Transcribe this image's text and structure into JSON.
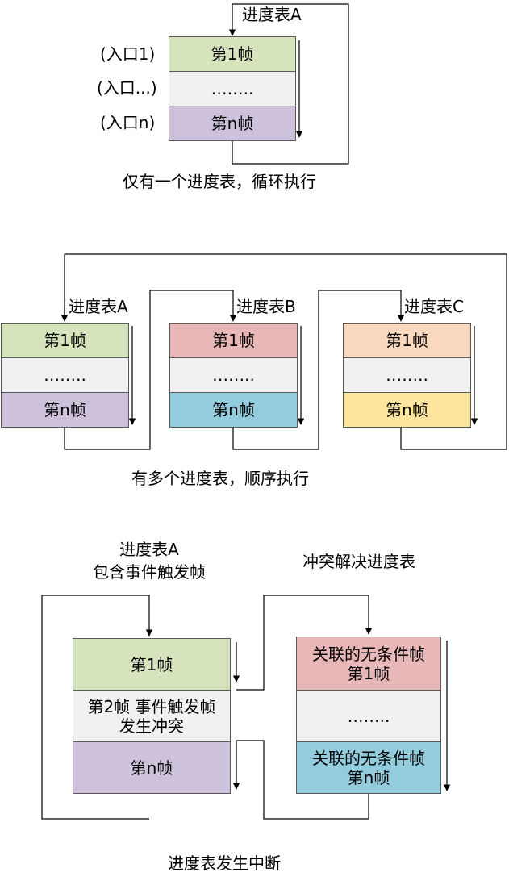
{
  "d1": {
    "table": "进度表A",
    "entries": [
      "(入口1)",
      "(入口...)",
      "(入口n)"
    ],
    "frames": [
      "第1帧",
      "……..",
      "第n帧"
    ],
    "caption": "仅有一个进度表，循环执行"
  },
  "d2": {
    "tables": [
      "进度表A",
      "进度表B",
      "进度表C"
    ],
    "frame_first": "第1帧",
    "frame_mid": "……..",
    "frame_last": "第n帧",
    "caption": "有多个进度表，顺序执行"
  },
  "d3": {
    "left_title_1": "进度表A",
    "left_title_2": "包含事件触发帧",
    "right_title": "冲突解决进度表",
    "left_frames": [
      "第1帧",
      "第2帧 事件触发帧",
      "发生冲突",
      "第n帧"
    ],
    "right_frames": [
      "关联的无条件帧",
      "第1帧",
      "……..",
      "关联的无条件帧",
      "第n帧"
    ],
    "caption": "进度表发生中断"
  },
  "colors": {
    "green": "#d6e4bd",
    "gray": "#f1f1f1",
    "purple": "#cdc1dc",
    "red": "#e7b8b7",
    "blue": "#93cddd",
    "orange": "#fad8be",
    "yellow": "#fde59d"
  }
}
